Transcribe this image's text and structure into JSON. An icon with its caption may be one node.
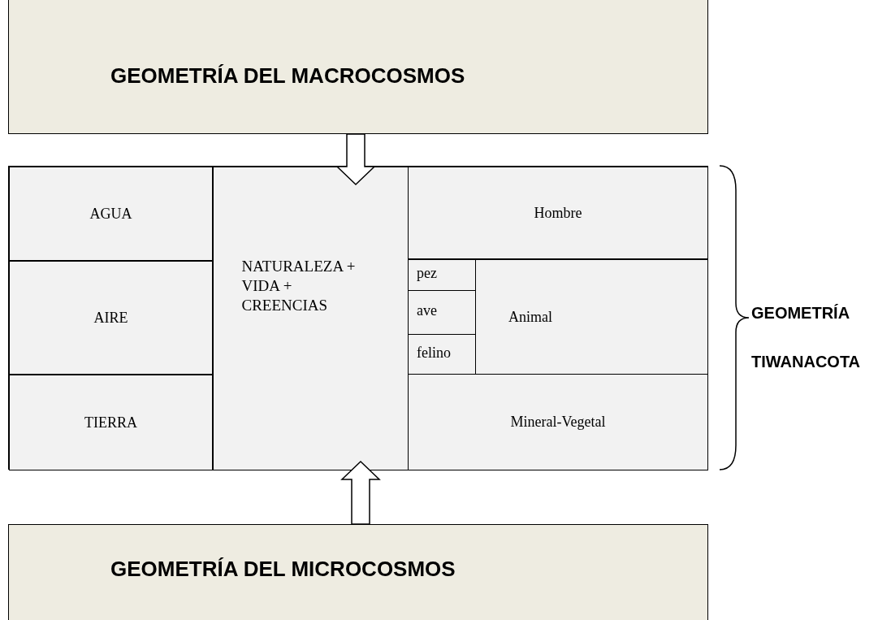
{
  "diagram": {
    "nodes": [
      {
        "text": [
          "GEOMETRÍA DEL MACROCOSMOS"
        ]
      },
      {
        "text": [],
        "shape": "box",
        "beside": [
          "GEOMETRÍA TIWANACOTA"
        ]
      },
      {
        "text": [
          "AGUA"
        ],
        "in": 1
      },
      {
        "text": [
          "AIRE"
        ],
        "in": 1
      },
      {
        "text": [
          "TIERRA"
        ],
        "in": 1
      },
      {
        "text": [
          "NATURALEZA + VIDA + CREENCIAS"
        ],
        "in": 1
      },
      {
        "text": [
          "Hombre"
        ],
        "in": 1
      },
      {
        "text": [
          "pez"
        ],
        "in": 1
      },
      {
        "text": [
          "ave"
        ],
        "in": 1
      },
      {
        "text": [
          "felino"
        ],
        "in": 1
      },
      {
        "text": [
          "Animal"
        ],
        "in": 1
      },
      {
        "text": [
          "Mineral-Vegetal"
        ],
        "in": 1
      },
      {
        "text": [
          "GEOMETRÍA DEL MICROCOSMOS"
        ]
      }
    ],
    "edges": [
      {
        "from": 0,
        "to": 5,
        "arrow": "to"
      },
      {
        "from": 12,
        "to": 5,
        "arrow": "to"
      }
    ]
  }
}
